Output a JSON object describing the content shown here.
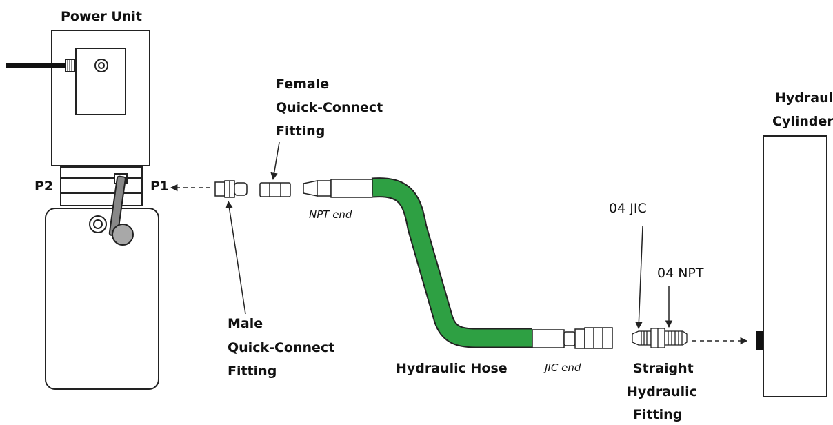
{
  "labels": {
    "power_unit": "Power Unit",
    "p2": "P2",
    "p1": "P1",
    "female_qc": [
      "Female",
      "Quick-Connect",
      "Fitting"
    ],
    "male_qc": [
      "Male",
      "Quick-Connect",
      "Fitting"
    ],
    "npt_end": "NPT end",
    "jic_end": "JIC end",
    "hydraulic_hose": "Hydraulic Hose",
    "jic_04": "04 JIC",
    "npt_04": "04 NPT",
    "straight_fitting": [
      "Straight",
      "Hydraulic",
      "Fitting"
    ],
    "hydraulic_cylinder": [
      "Hydraulic",
      "Cylinder"
    ]
  },
  "colors": {
    "hose": "#2ea043",
    "outline": "#222222",
    "knob": "#a8a8a8",
    "cable": "#111111"
  }
}
